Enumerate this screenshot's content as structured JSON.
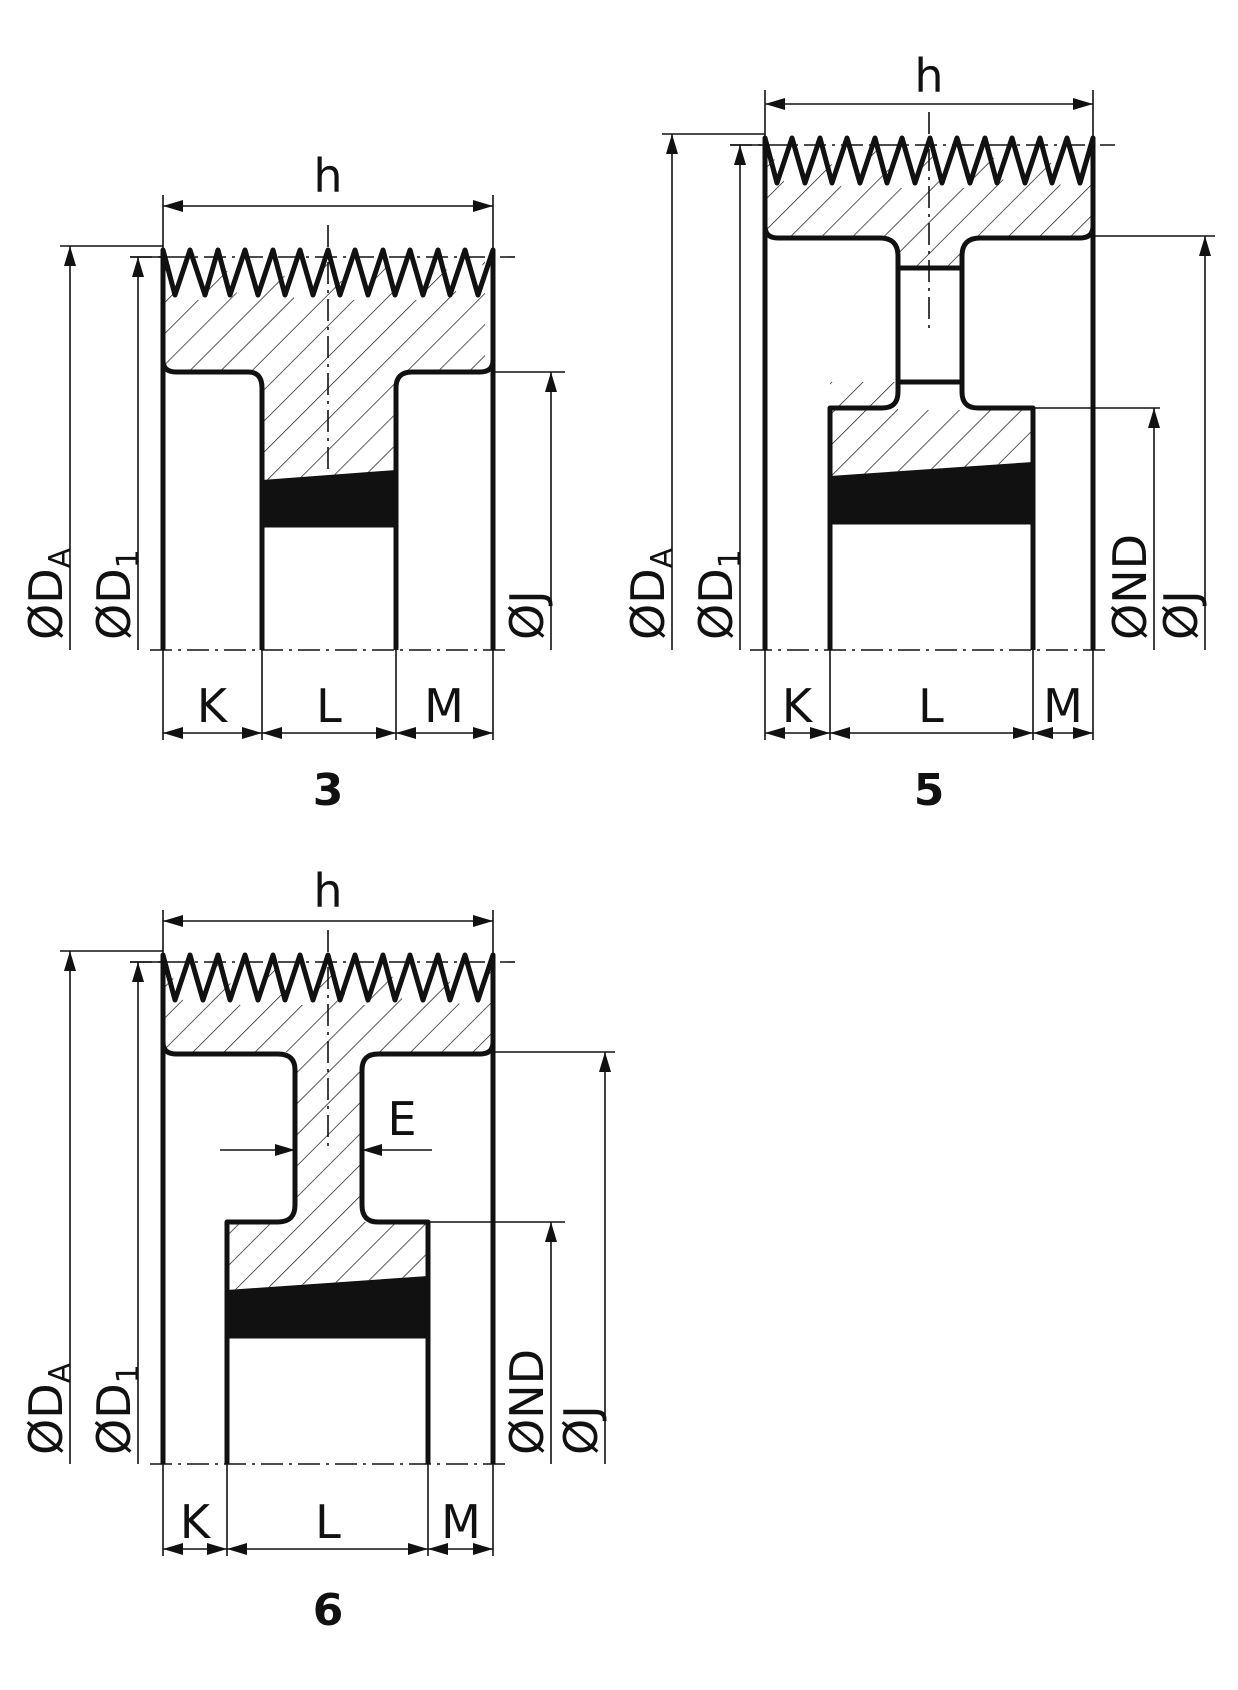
{
  "views": [
    {
      "id": "view-3",
      "caption": "3",
      "labels": {
        "width": "h",
        "outer_diameter": "ØD",
        "outer_diameter_sub": "A",
        "pitch_diameter": "ØD",
        "pitch_diameter_sub": "1",
        "hub_diameter": "",
        "rim_inner_diameter": "ØJ",
        "left_offset": "K",
        "hub_length": "L",
        "right_offset": "M",
        "web": ""
      }
    },
    {
      "id": "view-5",
      "caption": "5",
      "labels": {
        "width": "h",
        "outer_diameter": "ØD",
        "outer_diameter_sub": "A",
        "pitch_diameter": "ØD",
        "pitch_diameter_sub": "1",
        "hub_diameter": "ØND",
        "rim_inner_diameter": "ØJ",
        "left_offset": "K",
        "hub_length": "L",
        "right_offset": "M",
        "web": ""
      }
    },
    {
      "id": "view-6",
      "caption": "6",
      "labels": {
        "width": "h",
        "outer_diameter": "ØD",
        "outer_diameter_sub": "A",
        "pitch_diameter": "ØD",
        "pitch_diameter_sub": "1",
        "hub_diameter": "ØND",
        "rim_inner_diameter": "ØJ",
        "left_offset": "K",
        "hub_length": "L",
        "right_offset": "M",
        "web": "E"
      }
    }
  ]
}
